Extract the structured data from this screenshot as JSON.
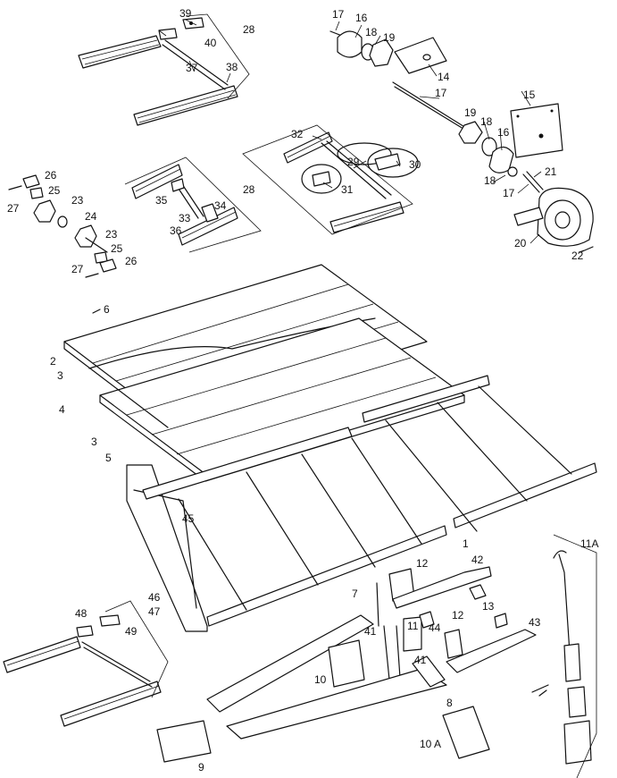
{
  "diagram": {
    "callouts": [
      {
        "text": "39",
        "id": "c39"
      },
      {
        "text": "40",
        "id": "c40"
      },
      {
        "text": "28",
        "id": "c28a"
      },
      {
        "text": "37",
        "id": "c37"
      },
      {
        "text": "38",
        "id": "c38"
      },
      {
        "text": "17",
        "id": "c17a"
      },
      {
        "text": "16",
        "id": "c16a"
      },
      {
        "text": "18",
        "id": "c18a"
      },
      {
        "text": "19",
        "id": "c19a"
      },
      {
        "text": "14",
        "id": "c14"
      },
      {
        "text": "17",
        "id": "c17b"
      },
      {
        "text": "15",
        "id": "c15"
      },
      {
        "text": "19",
        "id": "c19b"
      },
      {
        "text": "18",
        "id": "c18b"
      },
      {
        "text": "16",
        "id": "c16b"
      },
      {
        "text": "32",
        "id": "c32"
      },
      {
        "text": "29",
        "id": "c29"
      },
      {
        "text": "30",
        "id": "c30"
      },
      {
        "text": "31",
        "id": "c31"
      },
      {
        "text": "28",
        "id": "c28b"
      },
      {
        "text": "18",
        "id": "c18c"
      },
      {
        "text": "21",
        "id": "c21"
      },
      {
        "text": "17",
        "id": "c17c"
      },
      {
        "text": "20",
        "id": "c20"
      },
      {
        "text": "22",
        "id": "c22"
      },
      {
        "text": "26",
        "id": "c26a"
      },
      {
        "text": "25",
        "id": "c25a"
      },
      {
        "text": "27",
        "id": "c27a"
      },
      {
        "text": "23",
        "id": "c23a"
      },
      {
        "text": "24",
        "id": "c24"
      },
      {
        "text": "23",
        "id": "c23b"
      },
      {
        "text": "25",
        "id": "c25b"
      },
      {
        "text": "26",
        "id": "c26b"
      },
      {
        "text": "27",
        "id": "c27b"
      },
      {
        "text": "35",
        "id": "c35"
      },
      {
        "text": "33",
        "id": "c33"
      },
      {
        "text": "34",
        "id": "c34"
      },
      {
        "text": "36",
        "id": "c36"
      },
      {
        "text": "6",
        "id": "c6"
      },
      {
        "text": "2",
        "id": "c2"
      },
      {
        "text": "3",
        "id": "c3a"
      },
      {
        "text": "4",
        "id": "c4"
      },
      {
        "text": "3",
        "id": "c3b"
      },
      {
        "text": "5",
        "id": "c5"
      },
      {
        "text": "45",
        "id": "c45"
      },
      {
        "text": "1",
        "id": "c1"
      },
      {
        "text": "11A",
        "id": "c11a"
      },
      {
        "text": "12",
        "id": "c12a"
      },
      {
        "text": "42",
        "id": "c42"
      },
      {
        "text": "7",
        "id": "c7"
      },
      {
        "text": "13",
        "id": "c13"
      },
      {
        "text": "11",
        "id": "c11"
      },
      {
        "text": "12",
        "id": "c12b"
      },
      {
        "text": "43",
        "id": "c43"
      },
      {
        "text": "41",
        "id": "c41a"
      },
      {
        "text": "44",
        "id": "c44"
      },
      {
        "text": "41",
        "id": "c41b"
      },
      {
        "text": "10",
        "id": "c10"
      },
      {
        "text": "8",
        "id": "c8"
      },
      {
        "text": "10 A",
        "id": "c10a"
      },
      {
        "text": "9",
        "id": "c9"
      },
      {
        "text": "46",
        "id": "c46"
      },
      {
        "text": "47",
        "id": "c47"
      },
      {
        "text": "48",
        "id": "c48"
      },
      {
        "text": "49",
        "id": "c49"
      }
    ]
  }
}
